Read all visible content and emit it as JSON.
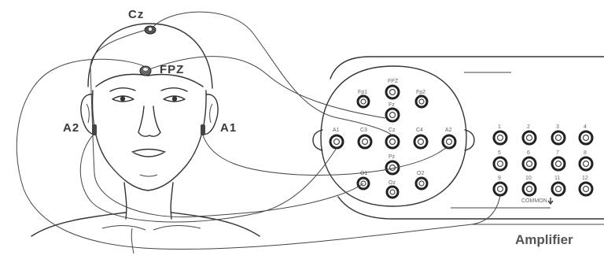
{
  "labels": {
    "cz": "Cz",
    "fpz": "FPZ",
    "a2": "A2",
    "a1": "A1",
    "amplifier": "Amplifier",
    "common": "COMMON"
  },
  "head_box_jacks": [
    {
      "id": "fpz",
      "label": "FPZ"
    },
    {
      "id": "fp1",
      "label": "Fp1"
    },
    {
      "id": "fp2",
      "label": "Fp2"
    },
    {
      "id": "fz",
      "label": "Fz"
    },
    {
      "id": "a1",
      "label": "A1"
    },
    {
      "id": "c3",
      "label": "C3"
    },
    {
      "id": "cz",
      "label": "Cz"
    },
    {
      "id": "c4",
      "label": "C4"
    },
    {
      "id": "a2",
      "label": "A2"
    },
    {
      "id": "o1",
      "label": "O1"
    },
    {
      "id": "pz",
      "label": "Pz"
    },
    {
      "id": "o2",
      "label": "O2"
    },
    {
      "id": "oz",
      "label": "Oz"
    }
  ],
  "amplifier_jacks": [
    {
      "id": "ch1",
      "label": "1"
    },
    {
      "id": "ch2",
      "label": "2"
    },
    {
      "id": "ch3",
      "label": "3"
    },
    {
      "id": "ch4",
      "label": "4"
    },
    {
      "id": "ch5",
      "label": "5"
    },
    {
      "id": "ch6",
      "label": "6"
    },
    {
      "id": "ch7",
      "label": "7"
    },
    {
      "id": "ch8",
      "label": "8"
    },
    {
      "id": "ch9",
      "label": "9"
    },
    {
      "id": "ch10",
      "label": "10"
    },
    {
      "id": "ch11",
      "label": "11"
    },
    {
      "id": "ch12",
      "label": "12"
    }
  ]
}
